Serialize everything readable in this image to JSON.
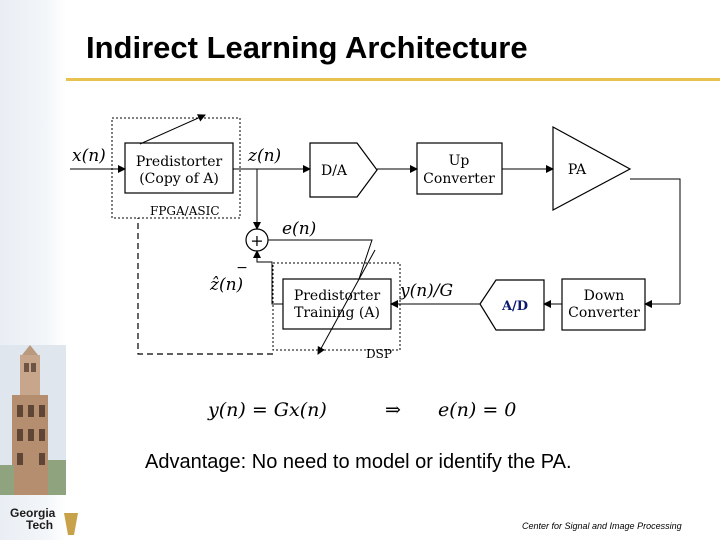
{
  "slide": {
    "title": "Indirect Learning Architecture",
    "advantage": "Advantage: No need to model or identify the PA.",
    "footer": "Center for Signal and Image Processing"
  },
  "logo": {
    "line1": "Georgia",
    "line2": "Tech"
  },
  "diagram": {
    "blocks": {
      "predistorter_line1": "Predistorter",
      "predistorter_line2": "(Copy of A)",
      "da": "D/A",
      "upconv_line1": "Up",
      "upconv_line2": "Converter",
      "pa": "PA",
      "training_line1": "Predistorter",
      "training_line2": "Training (A)",
      "ad": "A/D",
      "downconv_line1": "Down",
      "downconv_line2": "Converter",
      "fpga": "FPGA/ASIC",
      "dsp": "DSP"
    },
    "signals": {
      "xn": "x(n)",
      "zn": "z(n)",
      "en": "e(n)",
      "zhat": "ẑ(n)",
      "yG": "y(n)/G",
      "plus": "+",
      "minus": "−"
    },
    "equation": {
      "lhs": "y(n) = Gx(n)",
      "arrow": "⇒",
      "rhs": "e(n) = 0"
    }
  }
}
